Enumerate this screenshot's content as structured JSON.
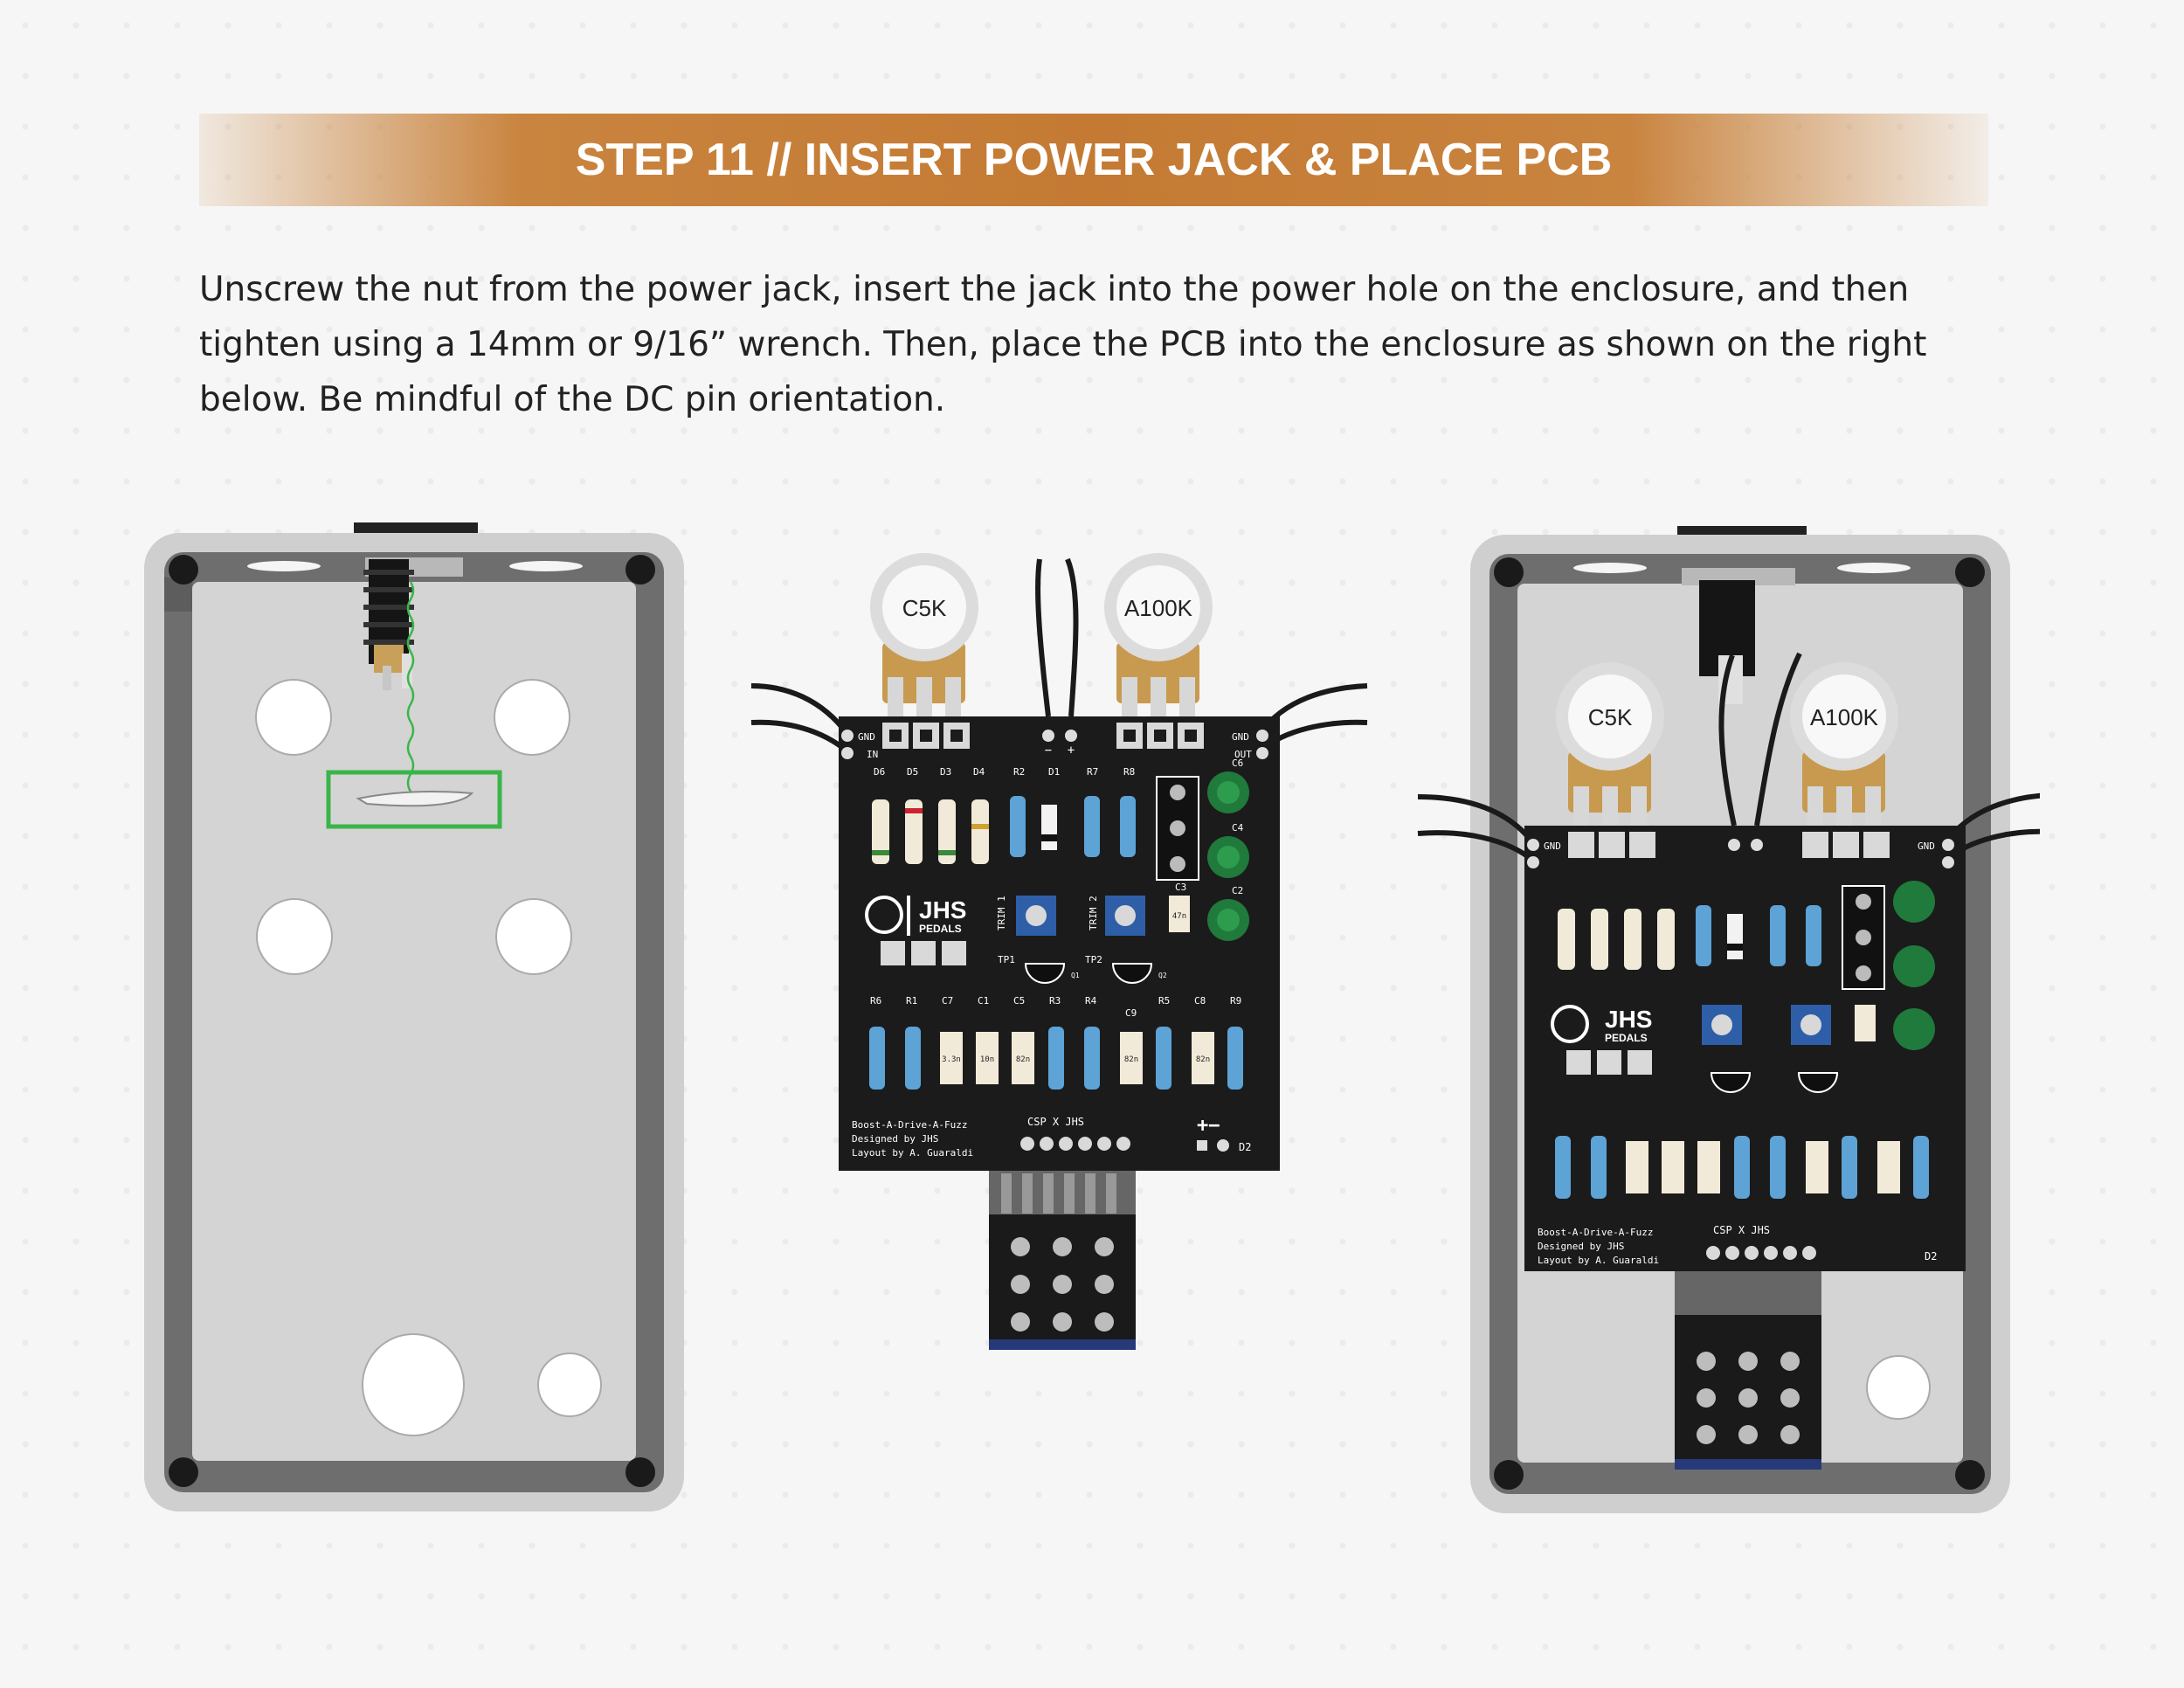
{
  "header": {
    "title": "STEP 11 // INSERT POWER JACK & PLACE PCB"
  },
  "instructions": {
    "text": "Unscrew the nut from the power jack, insert the jack into the power hole on the enclosure, and then tighten using a 14mm or 9/16” wrench. Then, place the PCB into the enclosure as shown on the right below. Be mindful of the DC pin orientation."
  },
  "pcb": {
    "pot_left": "C5K",
    "pot_right": "A100K",
    "gnd": "GND",
    "in": "IN",
    "out": "OUT",
    "minus": "−",
    "plus": "+",
    "refs_top": [
      "D6",
      "D5",
      "D3",
      "D4",
      "R2",
      "D1",
      "R7",
      "R8"
    ],
    "caps_right": [
      "C6",
      "C4",
      "C2",
      "C3"
    ],
    "cap_c3": "47n",
    "trim1": "TRIM 1",
    "trim2": "TRIM 2",
    "tp1": "TP1",
    "tp2": "TP2",
    "q1": "Q1",
    "q2": "Q2",
    "refs_bottom": [
      "R6",
      "R1",
      "C7",
      "C1",
      "C5",
      "R3",
      "R4",
      "R5",
      "C8",
      "R9"
    ],
    "c9": "C9",
    "cap_values": [
      "3.3n",
      "10n",
      "82n",
      "82n",
      "82n"
    ],
    "brand": "JHS",
    "brand_sub": "PEDALS",
    "credit_1": "Boost-A-Drive-A-Fuzz",
    "credit_2": "Designed by JHS",
    "credit_3": "Layout by A. Guaraldi",
    "csp": "CSP X JHS",
    "d2": "D2",
    "plusminus": "+−"
  },
  "colors": {
    "banner": "#c47a33",
    "enclosure": "#d2d2d2",
    "enclosure_rim": "#6d6d6d",
    "pcb": "#1c1c1c",
    "highlight": "#3bb54a"
  }
}
